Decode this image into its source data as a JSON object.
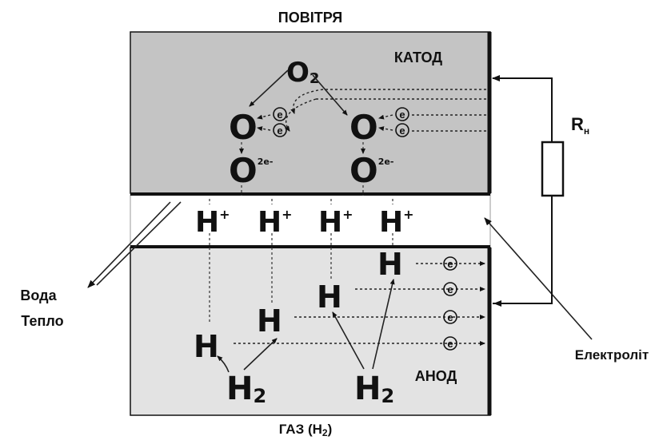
{
  "labels": {
    "air": "ПОВІТРЯ",
    "cathode": "КАТОД",
    "anode": "АНОД",
    "gas": "ГАЗ (H",
    "gas_sub": "2",
    "gas_close": ")",
    "water": "Вода",
    "heat": "Тепло",
    "electrolyte": "Електроліт",
    "load": "R",
    "load_sub": "н"
  },
  "species": {
    "oxygen_molecule": "O",
    "oxygen_molecule_sub": "2",
    "oxygen_atom": "O",
    "oxygen_ion_charge": "2e-",
    "proton": "H",
    "proton_charge": "+",
    "hydrogen_atom": "H",
    "hydrogen_molecule": "H",
    "hydrogen_molecule_sub": "2",
    "electron": "e"
  },
  "colors": {
    "cathode_fill": "#c4c4c4",
    "anode_fill": "#e3e3e3",
    "electrolyte_fill": "#ffffff",
    "line": "#111111"
  }
}
